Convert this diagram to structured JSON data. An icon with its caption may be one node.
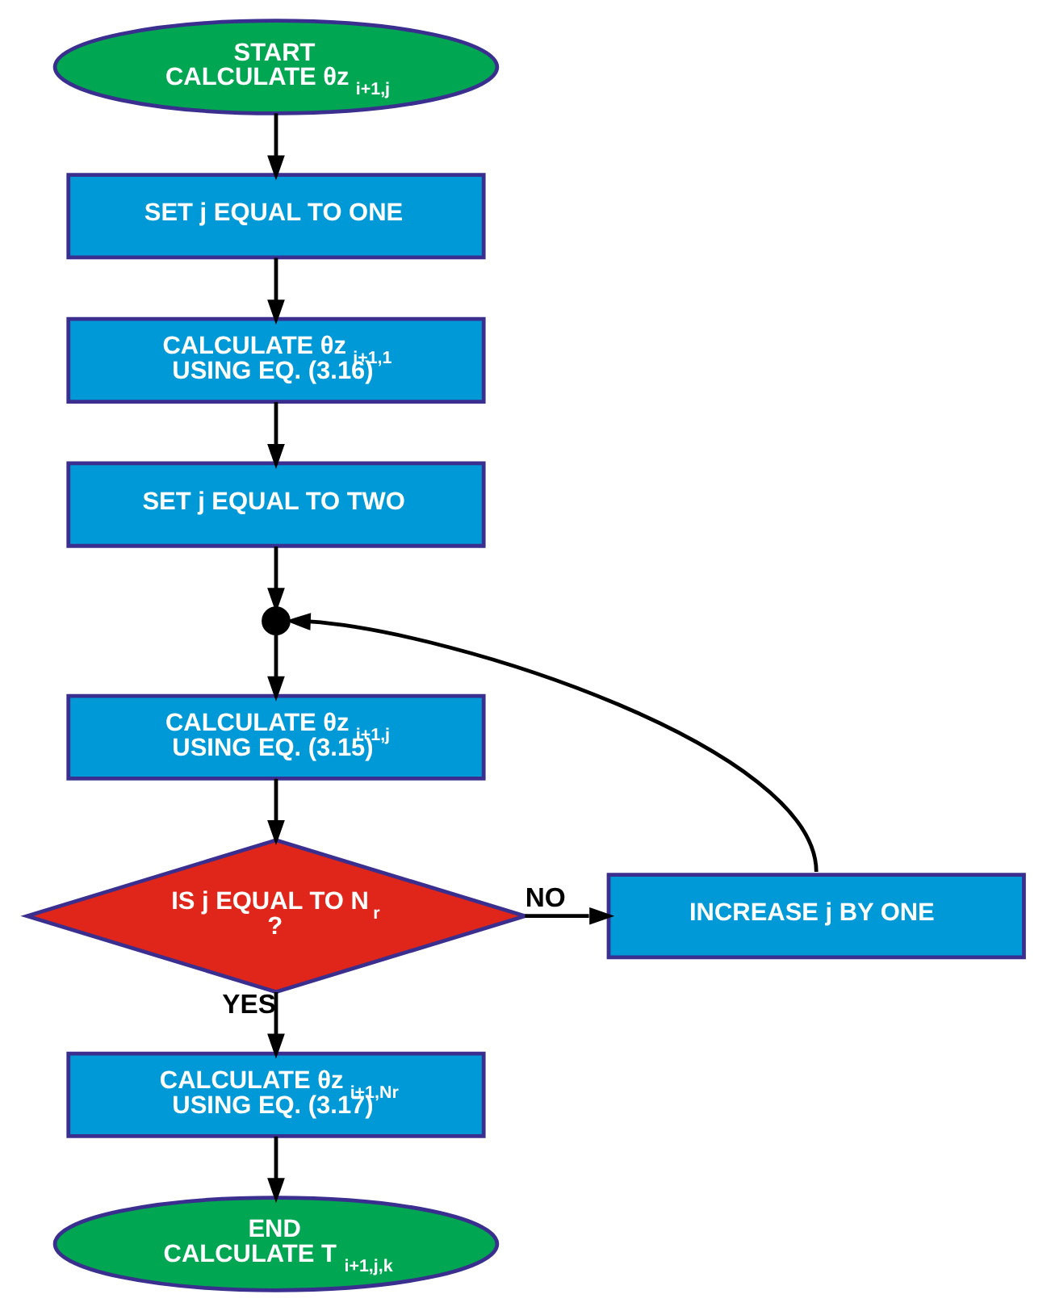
{
  "diagram": {
    "nodes": [
      {
        "text": [
          "START CALCULATE θz$_{i+1,j}$"
        ]
      },
      {
        "text": [
          "SET j EQUAL TO ONE"
        ]
      },
      {
        "text": [
          "CALCULATE θz$_{i+1,1}$ USING EQ. (3.16)"
        ]
      },
      {
        "text": [
          "SET j EQUAL TO TWO"
        ]
      },
      {
        "text": [],
        "shape": "circle"
      },
      {
        "text": [
          "CALCULATE θz$_{i+1,j}$ USING EQ. (3.15)"
        ]
      },
      {
        "text": [
          "IS j EQUAL TO N$_{r}$ ?"
        ]
      },
      {
        "text": [
          "INCREASE j BY ONE"
        ]
      },
      {
        "text": [
          "CALCULATE θz$_{i+1,Nr}$ USING EQ. (3.17)"
        ]
      },
      {
        "text": [
          "END CALCULATE T$_{i+1,j,k}$"
        ]
      }
    ],
    "edges": [
      {
        "from": 0,
        "to": 1,
        "arrow": "to"
      },
      {
        "from": 1,
        "to": 2,
        "arrow": "to"
      },
      {
        "from": 2,
        "to": 3,
        "arrow": "to"
      },
      {
        "from": 3,
        "to": 4,
        "arrow": "to"
      },
      {
        "from": 4,
        "to": 5,
        "arrow": "to"
      },
      {
        "from": 5,
        "to": 6,
        "arrow": "to"
      },
      {
        "from": 6,
        "to": 7,
        "arrow": "to",
        "label": "NO"
      },
      {
        "from": 7,
        "to": 4,
        "arrow": "to"
      },
      {
        "from": 6,
        "to": 8,
        "arrow": "to",
        "label": "YES"
      },
      {
        "from": 8,
        "to": 9,
        "arrow": "to"
      }
    ]
  }
}
